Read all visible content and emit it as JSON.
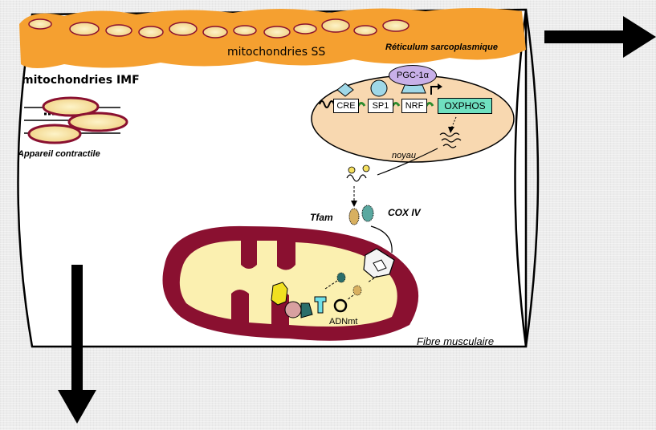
{
  "labels": {
    "mito_ss": "mitochondries SS",
    "reticulum": "Réticulum sarcoplasmique",
    "mito_imf": "mitochondries IMF",
    "appareil": "Appareil contractile",
    "pgc": "PGC-1α",
    "cre": "CRE",
    "sp1": "SP1",
    "nrf": "NRF",
    "oxphos": "OXPHOS",
    "noyau": "noyau",
    "tfam": "Tfam",
    "cox": "COX IV",
    "adn": "ADNmt",
    "fibre": "Fibre musculaire"
  },
  "colors": {
    "reticulum_band": "#f5a030",
    "mitochondria_fill": "#f7e7a3",
    "mitochondria_outline": "#8a1030",
    "nucleus_fill": "#f8d8b0",
    "mito_large_outer": "#8a1030",
    "mito_large_inner": "#fbf0b0",
    "oxphos_box": "#6fe0c0",
    "pgc_bubble": "#c8b0e8",
    "cre_diamond": "#9fd8e8",
    "sp1_circle": "#9fd8e8",
    "dna_zigzag": "#2d8b2d"
  }
}
